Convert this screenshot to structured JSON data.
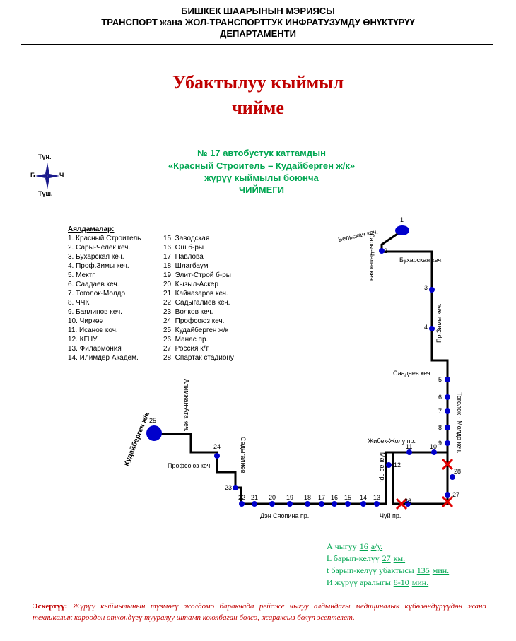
{
  "header": {
    "line1": "БИШКЕК ШААРЫНЫН МЭРИЯСЫ",
    "line2": "ТРАНСПОРТ жана ЖОЛ-ТРАНСПОРТТУК ИНФРАТУЗУМДУ ӨНҮКТҮРҮҮ",
    "line3": "ДЕПАРТАМЕНТИ"
  },
  "title": {
    "line1": "Убактылуу кыймыл",
    "line2": "чийме"
  },
  "subtitle": {
    "line1": "№ 17  автобустук каттамдын",
    "line2": "«Красный Строитель – Кудайберген ж/к»",
    "line3": "жүрүү кыймылы боюнча",
    "line4": "ЧИЙМЕГИ"
  },
  "compass": {
    "n": "Түн.",
    "s": "Түш.",
    "w": "Б",
    "e": "Ч"
  },
  "legend": {
    "title": "Аялдамалар:",
    "col1": [
      "1. Красный Строитель",
      "2. Сары-Челек кеч.",
      "3. Бухарская кеч.",
      "4. Проф.Зимы кеч.",
      "5. Мектп",
      "6. Саадаев кеч.",
      "7. Тоголок-Молдо",
      "8. ЧЧК",
      "9. Баялинов кеч.",
      "10. Чиркөө",
      "11. Исанов коч.",
      "12. КГНУ",
      "13. Филармония",
      "14. Илимдер Академ."
    ],
    "col2": [
      "15. Заводская",
      "16. Ош б-ры",
      "17. Павлова",
      "18. Шлагбаум",
      "19. Элит-Строй б-ры",
      "20. Кызыл-Аскер",
      "21. Кайназаров кеч.",
      "22. Садыгалиев кеч.",
      "23. Волков кеч.",
      "24. Профсоюз кеч.",
      "25. Кудайберген ж/к",
      "26. Манас пр.",
      "27. Россия к/т",
      "28. Спартак стадиону"
    ]
  },
  "map": {
    "streets": {
      "belskaya": "Бельская кеч.",
      "sary_chelek": "Сары-Челек кеч.",
      "buharskaya": "Бухарская кеч.",
      "prof_zimy": "Пр.Зимы кеч.",
      "saadaev": "Саадаев кеч.",
      "togolok": "Тоголок - Молдо кеч.",
      "jibek": "Жибек-Жолу пр.",
      "manas": "Манас пр.",
      "chui": "Чуй пр.",
      "deng": "Дэн Сяопина пр.",
      "profsoyuz": "Профсоюз  кеч.",
      "sadygaliev": "Садыгалиев",
      "alimjan": "Алимжан-Ата кеч.",
      "kudaybergen": "Кудайберген ж/к"
    },
    "stop_numbers": [
      "1",
      "2",
      "3",
      "4",
      "5",
      "6",
      "7",
      "8",
      "9",
      "10",
      "11",
      "12",
      "13",
      "14",
      "15",
      "16",
      "17",
      "18",
      "19",
      "20",
      "21",
      "22",
      "23",
      "24",
      "25",
      "26",
      "27",
      "28"
    ],
    "colors": {
      "route": "#000000",
      "stop": "#0000cc",
      "blocked": "#e00000"
    }
  },
  "stats": {
    "l1_label": "А чыгуу",
    "l1_value": "16",
    "l1_unit": "а/у.",
    "l2_label": "L барып-келүү",
    "l2_value": "27",
    "l2_unit": "км.",
    "l3_label": "t барып-келүү убактысы",
    "l3_value": "135",
    "l3_unit": "мин.",
    "l4_label": "И жүрүү аралыгы",
    "l4_value": "8-10",
    "l4_unit": "мин."
  },
  "note": {
    "label": "Эскертүү:",
    "text": " Жүрүү кыймылынын түзмөгү жолдомо баракчада рейсже чыгуу алдындагы медициналык күбөлөндүрүүдөн жана техникалык кароодон өткөндүгү тууралуу штамп коюлбаган болсо, жараксыз болуп эсептелет."
  }
}
